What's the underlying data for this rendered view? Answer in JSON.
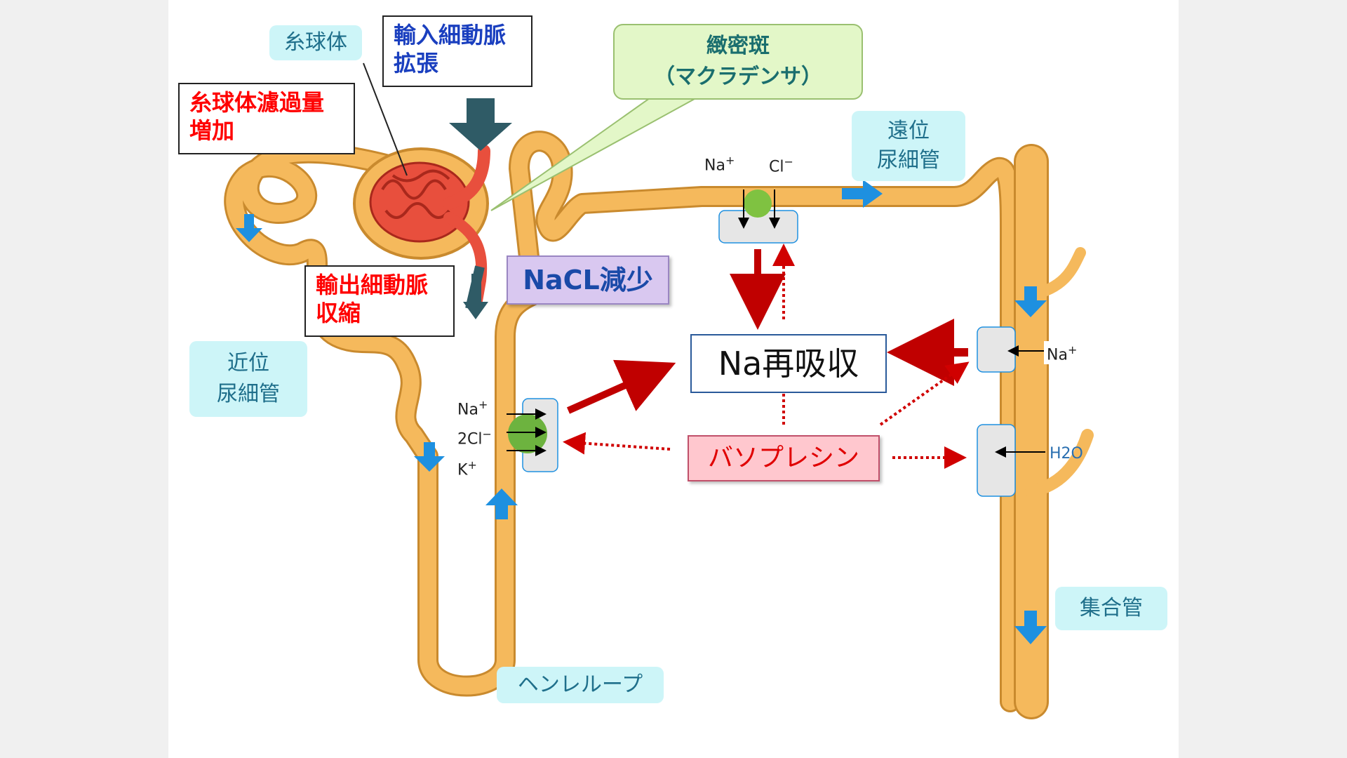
{
  "labels": {
    "glomerulus": "糸球体",
    "afferent": [
      "輸入細動脈",
      "拡張"
    ],
    "gfr": [
      "糸球体濾過量",
      "増加"
    ],
    "macula_densa": [
      "緻密斑",
      "（マクラデンサ）"
    ],
    "efferent": [
      "輸出細動脈",
      "収縮"
    ],
    "nacl": "NaCL減少",
    "proximal": [
      "近位",
      "尿細管"
    ],
    "distal": [
      "遠位",
      "尿細管"
    ],
    "na_reabsorb": "Na再吸収",
    "vasopressin": "バソプレシン",
    "collecting": "集合管",
    "henle": "ヘンレループ"
  },
  "ions": {
    "distal_na": "Na",
    "distal_cl": "Cl",
    "henle_na": "Na",
    "henle_cl": "2Cl",
    "henle_k": "K",
    "collect_na": "Na",
    "water": "H2O"
  },
  "colors": {
    "tubule": "#f5b95c",
    "tubule_edge": "#c98a2e",
    "flow_arrow": "#1e90e0",
    "reabsorb_arrow": "#c00000",
    "glomerulus": "#e84f3d",
    "cyan_label": "#cdf5f8",
    "vasopressin_bg": "#ffc7ce",
    "nacl_bg": "#d9c8f0",
    "macula_bg": "#e3f7c8"
  }
}
